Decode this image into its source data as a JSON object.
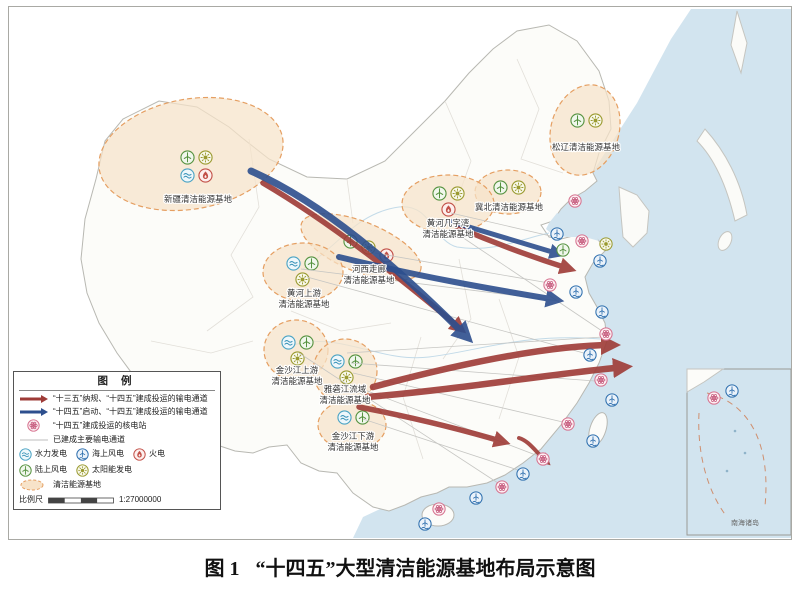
{
  "figure": {
    "caption_prefix": "图 1",
    "caption_title": "“十四五”大型清洁能源基地布局示意图"
  },
  "legend": {
    "title": "图 例",
    "corridors": [
      {
        "label": "“十三五”纳规、“十四五”建成投运的输电通道"
      },
      {
        "label": "“十四五”启动、“十四五”建成投运的输电通道"
      },
      {
        "label": "“十四五”建成投运的核电站"
      },
      {
        "label": "已建成主要输电通道"
      }
    ],
    "types": [
      {
        "label": "水力发电"
      },
      {
        "label": "海上风电"
      },
      {
        "label": "火电"
      },
      {
        "label": "陆上风电"
      },
      {
        "label": "太阳能发电"
      },
      {
        "label": "清洁能源基地"
      }
    ],
    "scale_label": "比例尺",
    "scale_value": "1:27000000"
  },
  "bases": [
    {
      "line1": "新疆清洁能源基地",
      "line2": ""
    },
    {
      "line1": "松辽清洁能源基地",
      "line2": ""
    },
    {
      "line1": "冀北清洁能源基地",
      "line2": ""
    },
    {
      "line1": "黄河几字湾",
      "line2": "清洁能源基地"
    },
    {
      "line1": "河西走廊",
      "line2": "清洁能源基地"
    },
    {
      "line1": "黄河上游",
      "line2": "清洁能源基地"
    },
    {
      "line1": "金沙江上游",
      "line2": "清洁能源基地"
    },
    {
      "line1": "雅砻江流域",
      "line2": "清洁能源基地"
    },
    {
      "line1": "金沙江下游",
      "line2": "清洁能源基地"
    }
  ],
  "inset": {
    "label": "南海诸岛"
  },
  "colors": {
    "sea": "#d2e4ef",
    "corridor_135_red": "#9e3b37",
    "corridor_145_blue": "#2d4f8e",
    "base_fill": "#f7e3c9",
    "base_stroke": "#e59f62",
    "hydro": "#4aa3c4",
    "offshore_wind": "#2e6fae",
    "onshore_wind": "#55923f",
    "solar": "#9a9a30",
    "thermal": "#c25048",
    "nuclear": "#d6728f"
  }
}
